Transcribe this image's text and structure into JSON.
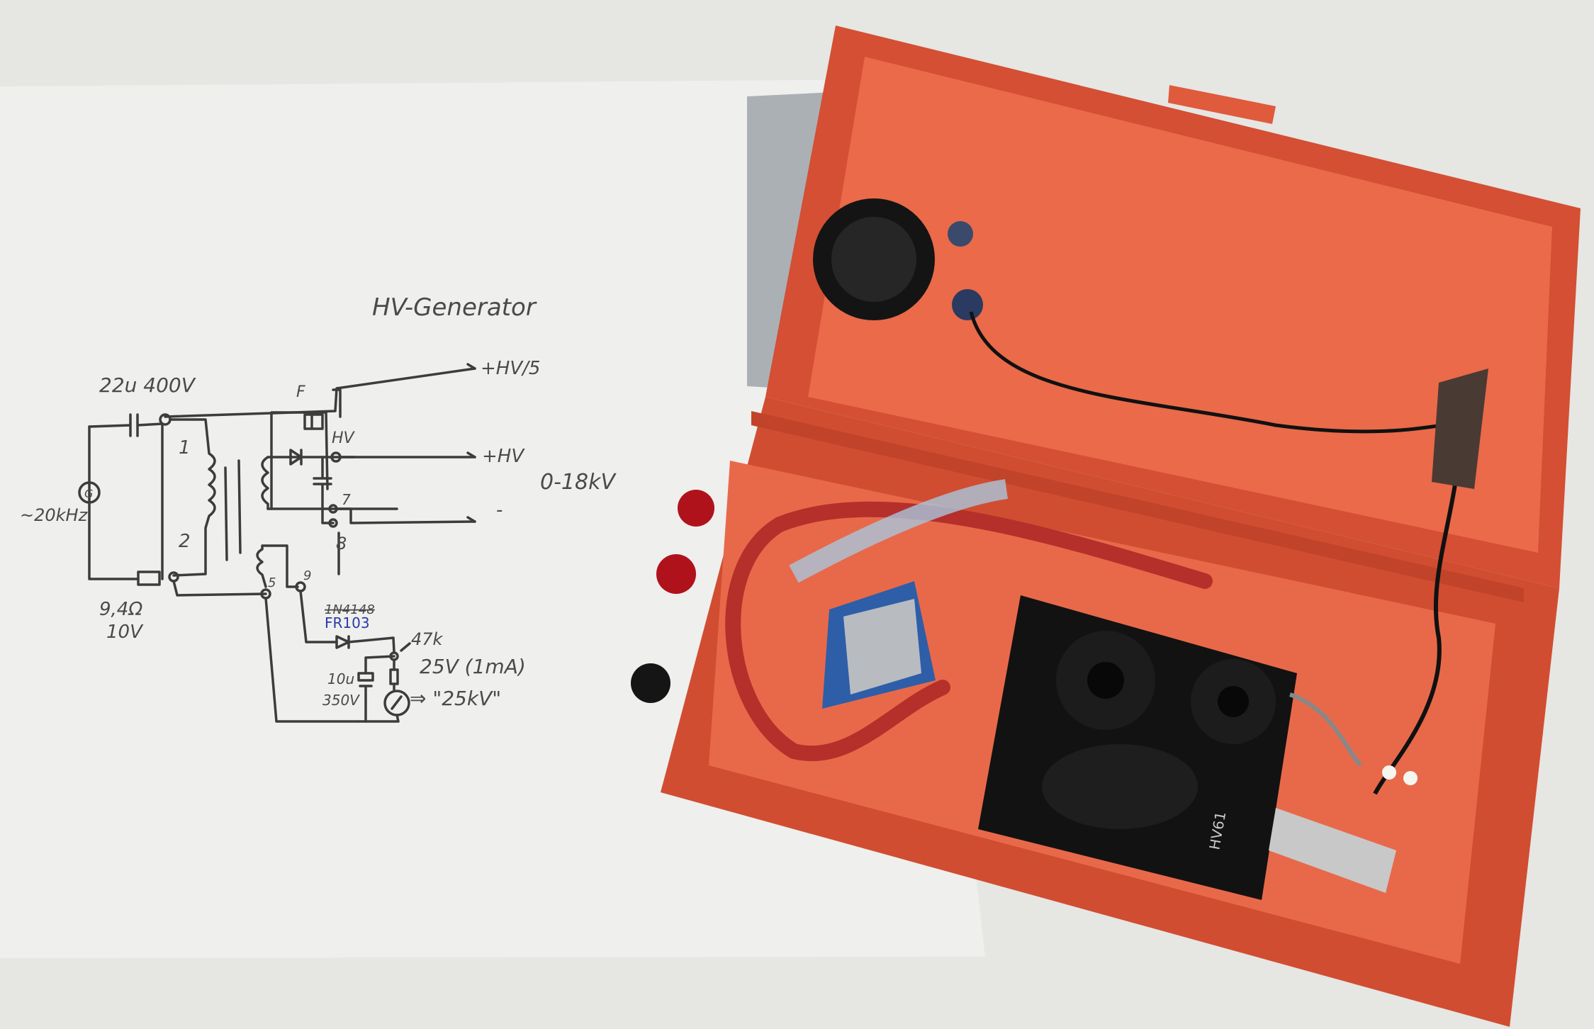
{
  "schematic": {
    "title": "HV-Generator",
    "capacitor_label": "22u 400V",
    "source_label": "~20kHz",
    "source_symbol": "G",
    "winding_1": "1",
    "winding_2": "2",
    "node_f": "F",
    "node_hv": "HV",
    "out_hv5": "+HV/5",
    "out_hv": "+HV",
    "out_minus": "-",
    "range_label": "0-18kV",
    "pin_7": "7",
    "pin_8": "8",
    "pin_5": "5",
    "pin_9": "9",
    "resistor_label": "9,4Ω",
    "resistor_voltage": "10V",
    "diode_old": "1N4148",
    "diode_new": "FR103",
    "resistor2_label": "47k",
    "meter_label": "25V (1mA)",
    "meter_scale": "⇒ \"25kV\"",
    "cap2_label": "10u",
    "cap2_voltage": "350V",
    "diode_new_color": "#2a3aa8"
  },
  "device": {
    "part_label": "HV61",
    "box_color": "#e05a3c",
    "terminal_red": "#b0121c",
    "terminal_black": "#151515"
  }
}
